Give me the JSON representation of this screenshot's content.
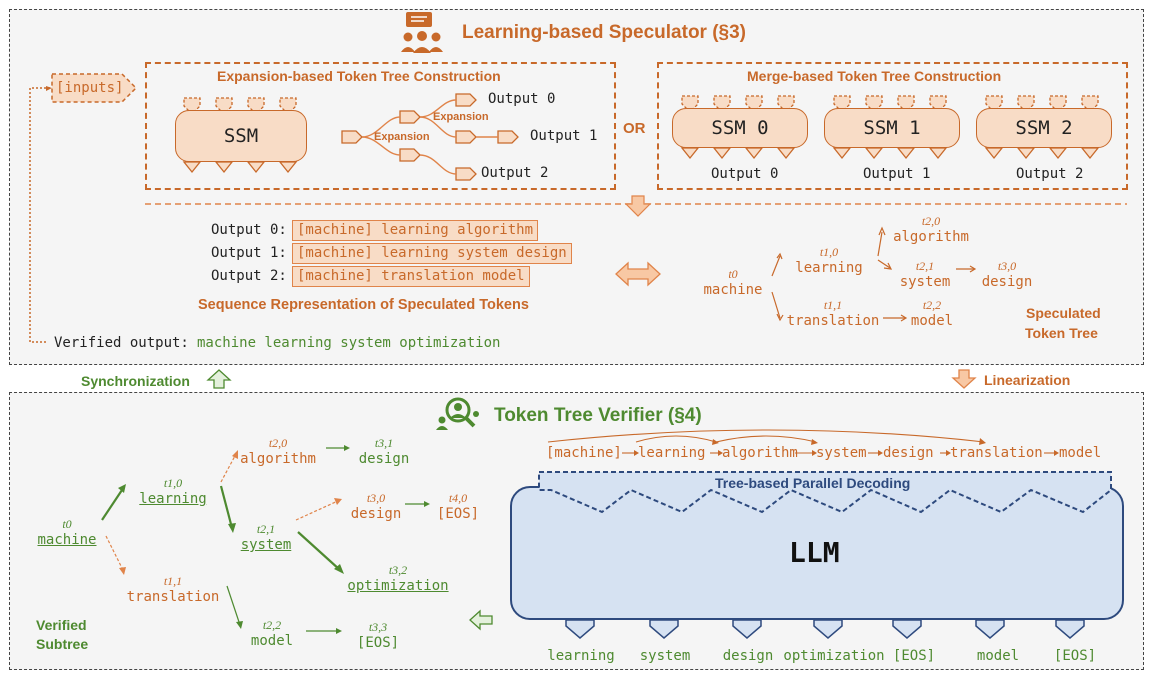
{
  "top": {
    "title": "Learning-based Speculator (§3)",
    "inputs": "[inputs]",
    "expansion": {
      "title": "Expansion-based Token Tree Construction",
      "ssm": "SSM",
      "expansion_label_1": "Expansion",
      "expansion_label_2": "Expansion",
      "outputs": [
        "Output 0",
        "Output 1",
        "Output 2"
      ]
    },
    "or": "OR",
    "merge": {
      "title": "Merge-based Token Tree Construction",
      "ssms": [
        "SSM 0",
        "SSM 1",
        "SSM 2"
      ],
      "outputs": [
        "Output 0",
        "Output 1",
        "Output 2"
      ]
    },
    "sequences": [
      {
        "label": "Output 0:",
        "text": "[machine] learning algorithm"
      },
      {
        "label": "Output 1:",
        "text": "[machine] learning system design"
      },
      {
        "label": "Output 2:",
        "text": "[machine] translation model"
      }
    ],
    "seq_title": "Sequence Representation of Speculated Tokens",
    "tree": {
      "t0": {
        "sub": "t0",
        "word": "machine"
      },
      "t10": {
        "sub": "t1,0",
        "word": "learning"
      },
      "t11": {
        "sub": "t1,1",
        "word": "translation"
      },
      "t20": {
        "sub": "t2,0",
        "word": "algorithm"
      },
      "t21": {
        "sub": "t2,1",
        "word": "system"
      },
      "t22": {
        "sub": "t2,2",
        "word": "model"
      },
      "t30": {
        "sub": "t3,0",
        "word": "design"
      }
    },
    "tree_title_1": "Speculated",
    "tree_title_2": "Token Tree",
    "verified_label": "Verified output:",
    "verified_text": "machine learning system optimization"
  },
  "synchronization": "Synchronization",
  "linearization": "Linearization",
  "bottom": {
    "title": "Token Tree Verifier (§4)",
    "tree": {
      "t0": {
        "sub": "t0",
        "word": "machine"
      },
      "t10": {
        "sub": "t1,0",
        "word": "learning"
      },
      "t11": {
        "sub": "t1,1",
        "word": "translation"
      },
      "t20": {
        "sub": "t2,0",
        "word": "algorithm"
      },
      "t21": {
        "sub": "t2,1",
        "word": "system"
      },
      "t22": {
        "sub": "t2,2",
        "word": "model"
      },
      "t31": {
        "sub": "t3,1",
        "word": "design"
      },
      "t30": {
        "sub": "t3,0",
        "word": "design"
      },
      "t32": {
        "sub": "t3,2",
        "word": "optimization"
      },
      "t33": {
        "sub": "t3,3",
        "word": "[EOS]"
      },
      "t40": {
        "sub": "t4,0",
        "word": "[EOS]"
      }
    },
    "verified_subtree_1": "Verified",
    "verified_subtree_2": "Subtree",
    "linear_seq": [
      "[machine]",
      "learning",
      "algorithm",
      "system",
      "design",
      "translation",
      "model"
    ],
    "parallel_decoding": "Tree-based Parallel Decoding",
    "llm": "LLM",
    "llm_outputs": [
      "learning",
      "system",
      "design",
      "optimization",
      "[EOS]",
      "model",
      "[EOS]"
    ]
  },
  "colors": {
    "orange": "#c8692a",
    "green": "#4e8a30",
    "blue": "#2e4a7e",
    "llm_fill": "#d6e2f2",
    "ssm_fill": "#f8dcc6"
  }
}
